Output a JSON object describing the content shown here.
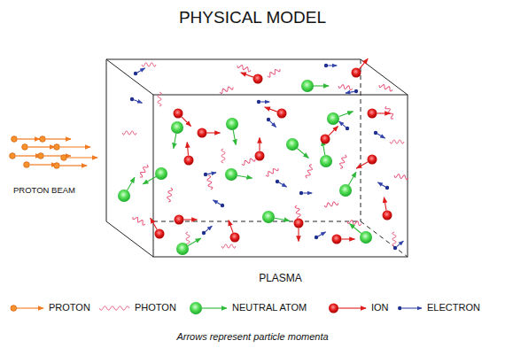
{
  "diagram": {
    "title": "PHYSICAL MODEL",
    "caption": "Arrows represent particle momenta",
    "nodes": [
      {
        "text": [
          "PLASMA"
        ]
      }
    ],
    "labels": [
      "PROTON BEAM"
    ],
    "legend": [
      {
        "text": "PROTON"
      },
      {
        "text": "PHOTON"
      },
      {
        "text": "NEUTRAL ATOM"
      },
      {
        "text": "ION"
      },
      {
        "text": "ELECTRON"
      }
    ]
  }
}
